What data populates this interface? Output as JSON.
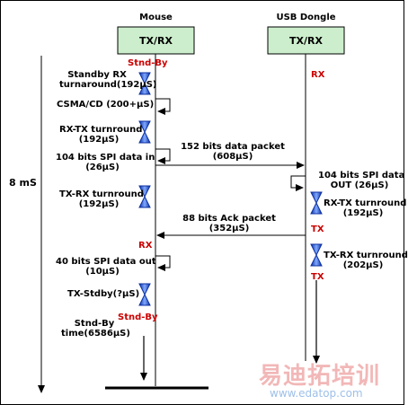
{
  "mouse": {
    "title": "Mouse",
    "box_label": "TX/RX"
  },
  "dongle": {
    "title": "USB Dongle",
    "box_label": "TX/RX"
  },
  "period_label": "8 mS",
  "mouse_steps": {
    "standby_state": "Stnd-By",
    "standby_rx": "Standby RX\nturnaround(192μS)",
    "csma": "CSMA/CD (200+μS)",
    "rx_tx": "RX-TX turnround\n(192μS)",
    "spi_in": "104 bits SPI data in\n(26μS)",
    "tx_rx": "TX-RX turnround\n(192μS)",
    "rx_state": "RX",
    "spi_out": "40 bits SPI data out\n(10μS)",
    "tx_stdby": "TX-Stdby(?μS)",
    "standby_state2": "Stnd-By",
    "standby_time": "Stnd-By\ntime(6586μS)"
  },
  "dongle_steps": {
    "rx_state": "RX",
    "spi_out": "104 bits SPI data\nOUT (26μS)",
    "rx_tx": "RX-TX turnround\n(192μS)",
    "tx_state": "TX",
    "tx_rx": "TX-RX turnround\n(202μS)",
    "tx_state2": "TX"
  },
  "messages": {
    "data_packet": "152 bits data packet\n(608μS)",
    "ack_packet": "88 bits Ack packet\n(352μS)"
  },
  "watermark": {
    "chinese": "易迪拓培训",
    "url": "www.edatop.com"
  },
  "colors": {
    "box_fill": "#cceecc",
    "state_red": "#cc0000",
    "hourglass": "#1f4fd8"
  }
}
